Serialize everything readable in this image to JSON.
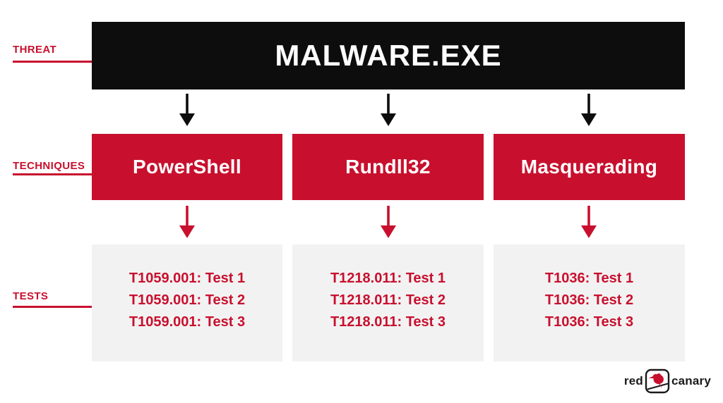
{
  "colors": {
    "brand_red": "#c8102e",
    "banner_black": "#0d0d0d",
    "tests_box_gray": "#f2f2f2",
    "background": "#ffffff",
    "text_white": "#ffffff"
  },
  "rail": {
    "threat_label": "THREAT",
    "techniques_label": "TECHNIQUES",
    "tests_label": "TESTS"
  },
  "threat": {
    "title": "MALWARE.EXE"
  },
  "techniques": [
    {
      "name": "PowerShell",
      "tests": [
        "T1059.001: Test 1",
        "T1059.001: Test 2",
        "T1059.001: Test 3"
      ]
    },
    {
      "name": "Rundll32",
      "tests": [
        "T1218.011: Test 1",
        "T1218.011: Test 2",
        "T1218.011: Test 3"
      ]
    },
    {
      "name": "Masquerading",
      "tests": [
        "T1036: Test 1",
        "T1036: Test 2",
        "T1036: Test 3"
      ]
    }
  ],
  "logo": {
    "word_left": "red",
    "word_right": "canary",
    "icon": "red-canary-bird-icon"
  }
}
